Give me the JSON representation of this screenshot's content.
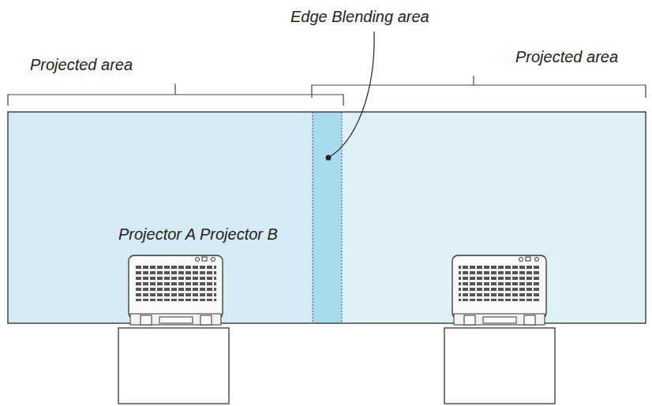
{
  "diagram": {
    "labels": [
      "Edge Blending area",
      "Projected area",
      "Projected area",
      "Projector A Projector B"
    ]
  }
}
